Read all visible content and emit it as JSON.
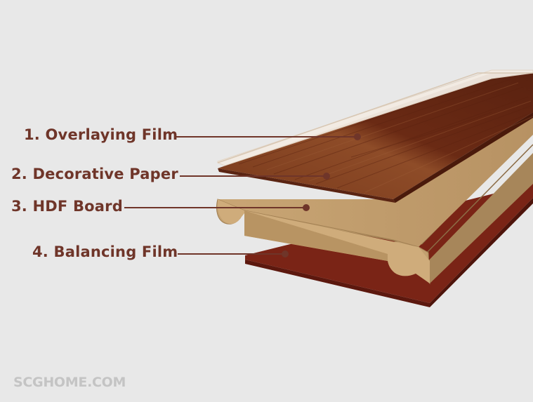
{
  "layers": [
    {
      "label": "1. Overlaying Film"
    },
    {
      "label": "2. Decorative Paper"
    },
    {
      "label": "3. HDF Board"
    },
    {
      "label": "4. Balancing Film"
    }
  ],
  "watermark": "SCGHOME.COM",
  "colors": {
    "background": "#e8e8e8",
    "label_text": "#6f3529",
    "leader_line": "#6f3529",
    "wood_dark": "#6a2a15",
    "wood_mid": "#8a4a28",
    "hdf_board": "#c9a675",
    "hdf_side": "#a7865a",
    "balancing_film": "#7a2416",
    "overlay_film": "#f3ece3",
    "watermark": "#c4c4c4"
  }
}
